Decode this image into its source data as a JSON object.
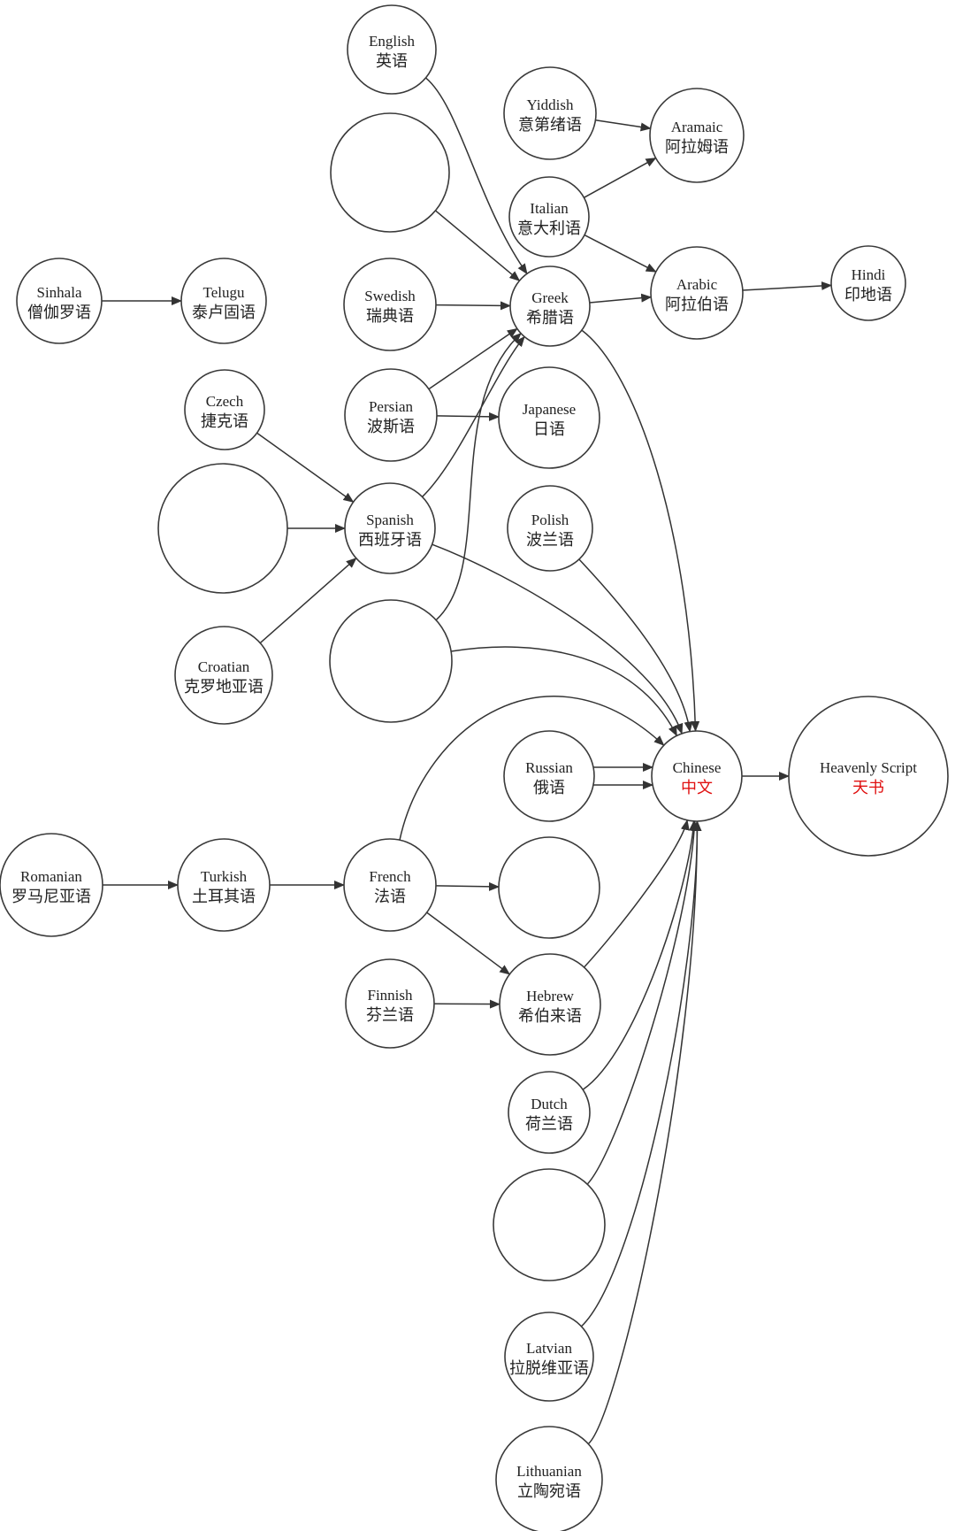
{
  "nodes": [
    {
      "id": "english",
      "en": "English",
      "zh": "英语"
    },
    {
      "id": "blank1",
      "en": "",
      "zh": ""
    },
    {
      "id": "yiddish",
      "en": "Yiddish",
      "zh": "意第绪语"
    },
    {
      "id": "aramaic",
      "en": "Aramaic",
      "zh": "阿拉姆语"
    },
    {
      "id": "italian",
      "en": "Italian",
      "zh": "意大利语"
    },
    {
      "id": "sinhala",
      "en": "Sinhala",
      "zh": "僧伽罗语"
    },
    {
      "id": "telugu",
      "en": "Telugu",
      "zh": "泰卢固语"
    },
    {
      "id": "swedish",
      "en": "Swedish",
      "zh": "瑞典语"
    },
    {
      "id": "greek",
      "en": "Greek",
      "zh": "希腊语"
    },
    {
      "id": "arabic",
      "en": "Arabic",
      "zh": "阿拉伯语"
    },
    {
      "id": "hindi",
      "en": "Hindi",
      "zh": "印地语"
    },
    {
      "id": "czech",
      "en": "Czech",
      "zh": "捷克语"
    },
    {
      "id": "persian",
      "en": "Persian",
      "zh": "波斯语"
    },
    {
      "id": "japanese",
      "en": "Japanese",
      "zh": "日语"
    },
    {
      "id": "blank2",
      "en": "",
      "zh": ""
    },
    {
      "id": "spanish",
      "en": "Spanish",
      "zh": "西班牙语"
    },
    {
      "id": "polish",
      "en": "Polish",
      "zh": "波兰语"
    },
    {
      "id": "croatian",
      "en": "Croatian",
      "zh": "克罗地亚语"
    },
    {
      "id": "blank3",
      "en": "",
      "zh": ""
    },
    {
      "id": "russian",
      "en": "Russian",
      "zh": "俄语"
    },
    {
      "id": "chinese",
      "en": "Chinese",
      "zh": "中文",
      "zh_color": "#e01010"
    },
    {
      "id": "heavenly",
      "en": "Heavenly Script",
      "zh": "天书",
      "zh_color": "#e01010"
    },
    {
      "id": "romanian",
      "en": "Romanian",
      "zh": "罗马尼亚语"
    },
    {
      "id": "turkish",
      "en": "Turkish",
      "zh": "土耳其语"
    },
    {
      "id": "french",
      "en": "French",
      "zh": "法语"
    },
    {
      "id": "blank4",
      "en": "",
      "zh": ""
    },
    {
      "id": "finnish",
      "en": "Finnish",
      "zh": "芬兰语"
    },
    {
      "id": "hebrew",
      "en": "Hebrew",
      "zh": "希伯来语"
    },
    {
      "id": "dutch",
      "en": "Dutch",
      "zh": "荷兰语"
    },
    {
      "id": "blank5",
      "en": "",
      "zh": ""
    },
    {
      "id": "latvian",
      "en": "Latvian",
      "zh": "拉脱维亚语"
    },
    {
      "id": "lithuanian",
      "en": "Lithuanian",
      "zh": "立陶宛语"
    }
  ],
  "edges": [
    {
      "from": "english",
      "to": "greek"
    },
    {
      "from": "blank1",
      "to": "greek"
    },
    {
      "from": "swedish",
      "to": "greek"
    },
    {
      "from": "persian",
      "to": "greek"
    },
    {
      "from": "spanish",
      "to": "greek"
    },
    {
      "from": "blank3",
      "to": "greek"
    },
    {
      "from": "yiddish",
      "to": "aramaic"
    },
    {
      "from": "italian",
      "to": "aramaic"
    },
    {
      "from": "italian",
      "to": "arabic"
    },
    {
      "from": "greek",
      "to": "arabic"
    },
    {
      "from": "arabic",
      "to": "hindi"
    },
    {
      "from": "sinhala",
      "to": "telugu"
    },
    {
      "from": "persian",
      "to": "japanese"
    },
    {
      "from": "czech",
      "to": "spanish"
    },
    {
      "from": "blank2",
      "to": "spanish"
    },
    {
      "from": "croatian",
      "to": "spanish"
    },
    {
      "from": "greek",
      "to": "chinese"
    },
    {
      "from": "spanish",
      "to": "chinese"
    },
    {
      "from": "polish",
      "to": "chinese"
    },
    {
      "from": "blank3",
      "to": "chinese"
    },
    {
      "from": "french",
      "to": "chinese"
    },
    {
      "from": "russian",
      "to": "chinese"
    },
    {
      "from": "russian",
      "to": "chinese"
    },
    {
      "from": "hebrew",
      "to": "chinese"
    },
    {
      "from": "dutch",
      "to": "chinese"
    },
    {
      "from": "blank5",
      "to": "chinese"
    },
    {
      "from": "latvian",
      "to": "chinese"
    },
    {
      "from": "lithuanian",
      "to": "chinese"
    },
    {
      "from": "chinese",
      "to": "heavenly"
    },
    {
      "from": "romanian",
      "to": "turkish"
    },
    {
      "from": "turkish",
      "to": "french"
    },
    {
      "from": "french",
      "to": "blank4"
    },
    {
      "from": "french",
      "to": "hebrew"
    },
    {
      "from": "finnish",
      "to": "hebrew"
    }
  ]
}
